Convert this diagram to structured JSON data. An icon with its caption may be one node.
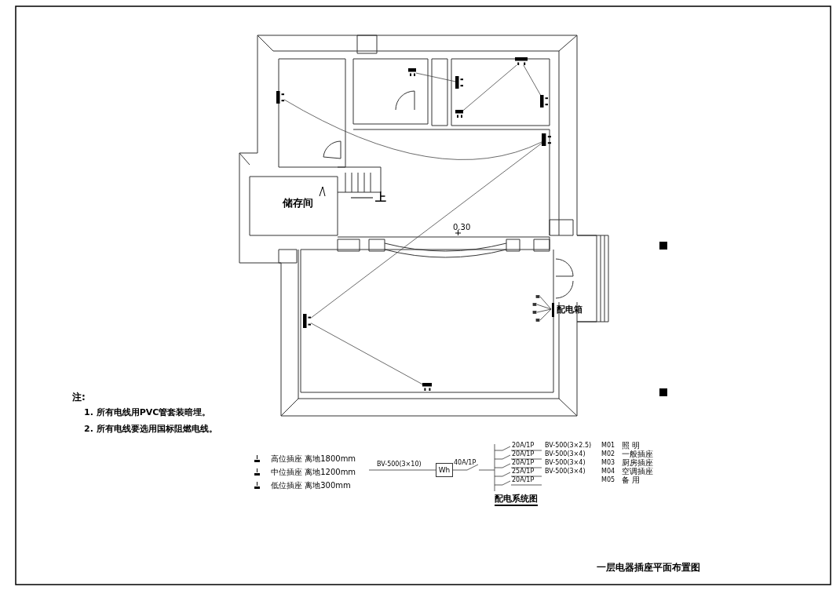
{
  "diagram": {
    "title": "一层电器插座平面布置图",
    "nodes": [
      {
        "text": [
          "配电箱"
        ]
      },
      {
        "text": [],
        "shape": "box"
      },
      {
        "text": [],
        "shape": "box"
      },
      {
        "text": [],
        "shape": "box"
      },
      {
        "text": [],
        "shape": "box"
      },
      {
        "text": [],
        "shape": "box"
      },
      {
        "text": [],
        "shape": "box"
      },
      {
        "text": [],
        "shape": "box"
      },
      {
        "text": [],
        "shape": "box"
      },
      {
        "text": [],
        "shape": "box"
      },
      {
        "text": [
          "Wh"
        ]
      }
    ],
    "edges": [
      {
        "from": 4,
        "to": 3,
        "arrow": "none"
      },
      {
        "from": 5,
        "to": 6,
        "arrow": "none"
      },
      {
        "from": 7,
        "to": 8,
        "arrow": "none"
      },
      {
        "from": 8,
        "to": 9,
        "arrow": "none"
      },
      {
        "from": 1,
        "to": 3,
        "arrow": "none"
      },
      {
        "from": 1,
        "to": 2,
        "arrow": "none"
      }
    ],
    "labels": [
      "上",
      "储存间",
      "0.30",
      "注:",
      "1. 所有电线用PVC管套装暗埋。",
      "2. 所有电线要选用国标阻燃电线。",
      "BV-500(3×10)",
      "40A/1P",
      "20A/1P",
      "BV-500(3×2.5)",
      "M01",
      "照 明",
      "20A/1P",
      "BV-500(3×4)",
      "M02",
      "一般插座",
      "20A/1P",
      "BV-500(3×4)",
      "M03",
      "厨房插座",
      "25A/1P",
      "BV-500(3×4)",
      "M04",
      "空调插座",
      "20A/1P",
      "M05",
      "备 用",
      "配电系统图"
    ],
    "legend": [
      {
        "text": "高位插座 离地1800mm"
      },
      {
        "text": "中位插座 离地1200mm"
      },
      {
        "text": "低位插座 离地300mm"
      }
    ]
  }
}
